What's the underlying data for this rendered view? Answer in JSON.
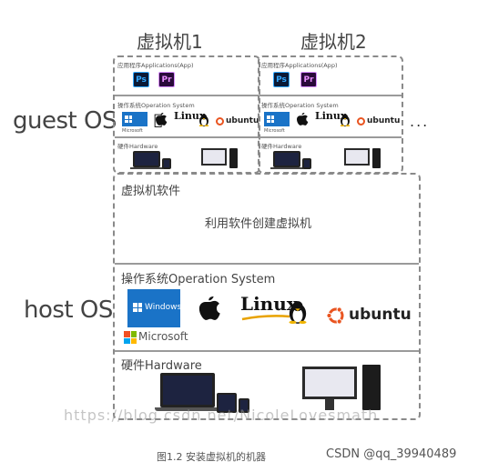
{
  "vm1": {
    "title": "虚拟机1",
    "apps_label": "应用程序Applications(App)",
    "os_label": "操作系统Operation System",
    "hw_label": "硬件Hardware"
  },
  "vm2": {
    "title": "虚拟机2",
    "apps_label": "应用程序Applications(App)",
    "os_label": "操作系统Operation System",
    "hw_label": "硬件Hardware"
  },
  "apps": {
    "ps": "Ps",
    "pr": "Pr"
  },
  "os_logos": {
    "windows": "Windows",
    "microsoft": "Microsoft",
    "linux": "Linux",
    "ubuntu": "ubuntu"
  },
  "ellipsis": "...",
  "guest_os": "guest OS",
  "host_os": "host OS",
  "vm_software": {
    "title": "虚拟机软件",
    "subtitle": "利用软件创建虚拟机"
  },
  "host": {
    "os_label": "操作系统Operation System",
    "hw_label": "硬件Hardware"
  },
  "watermark": "https://blog.csdn.net/NicoleLovesmath",
  "caption": "图1.2 安装虚拟机的机器",
  "credit": "CSDN @qq_39940489",
  "colors": {
    "windows_blue": "#1a73c7",
    "ubuntu_orange": "#e95420",
    "ps": "#31a8ff",
    "pr": "#e88cff"
  }
}
